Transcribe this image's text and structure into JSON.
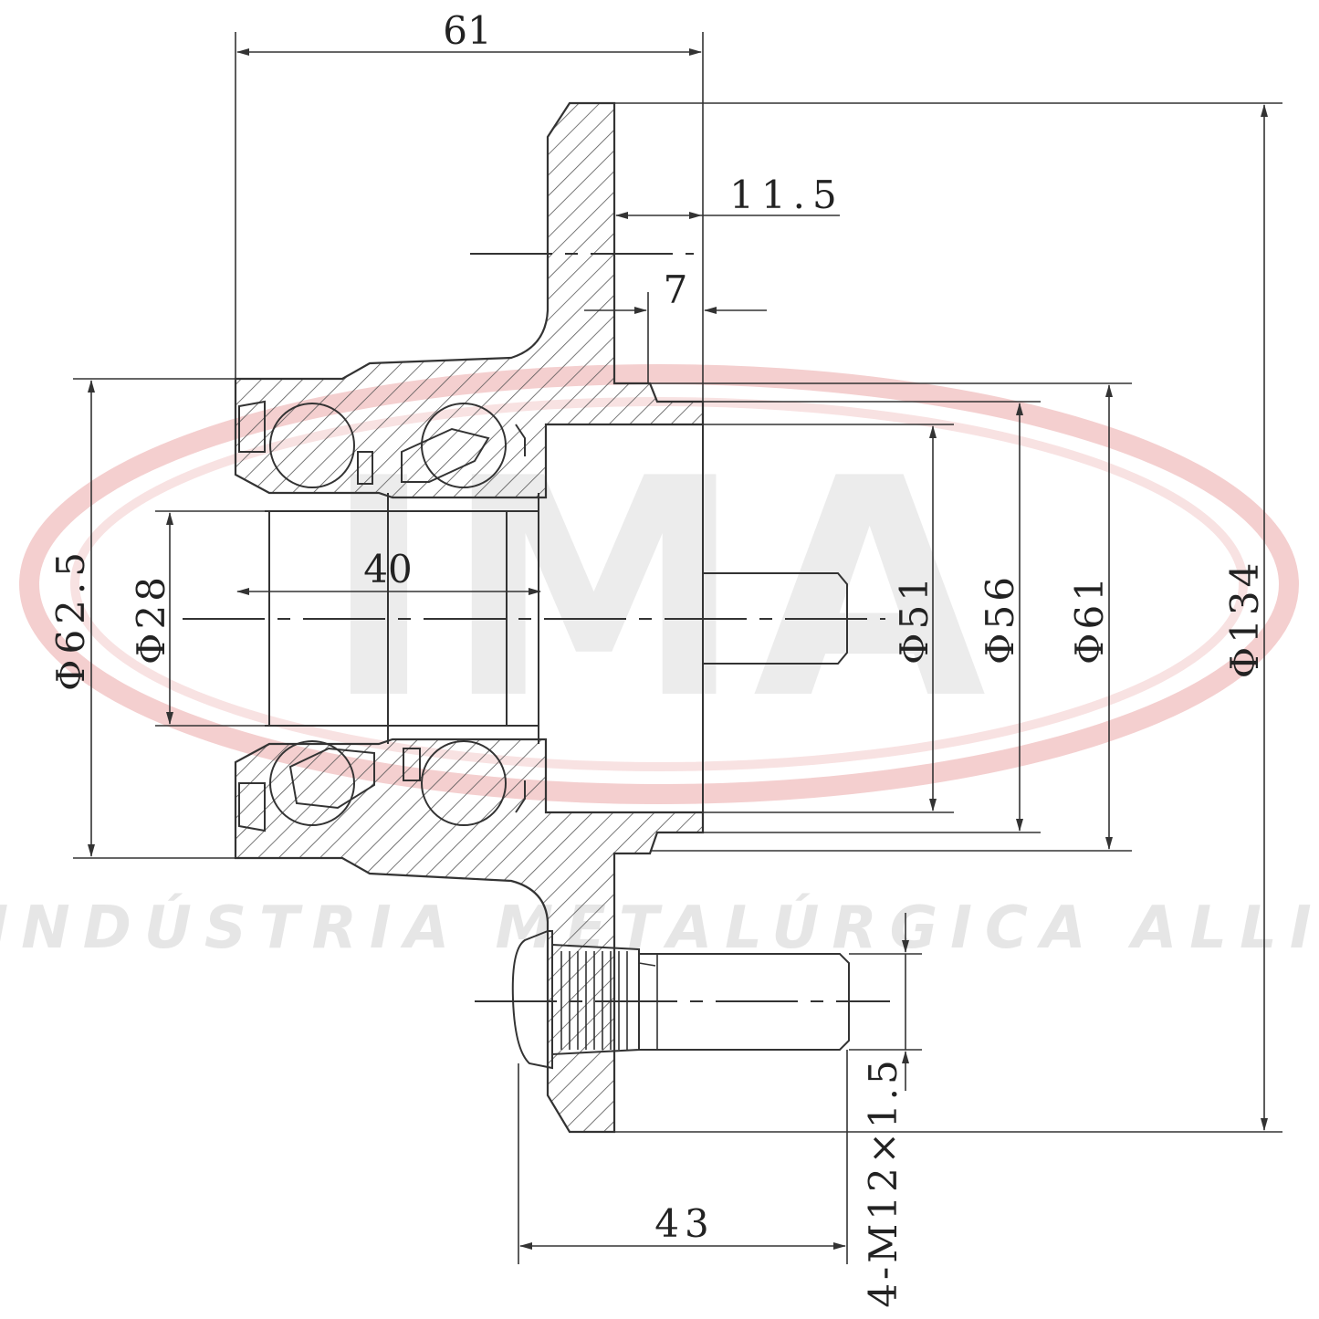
{
  "watermark": {
    "logo_text": "IMA",
    "company_text": "INDÚSTRIA METALÚRGICA ALLI",
    "colors": {
      "ring": "#f2c6c6",
      "letters": "#e9e9e9",
      "company": "#e6e6e6"
    }
  },
  "dimensions": {
    "overall_length": "61",
    "flange_offset": "11.5",
    "flange_thickness": "7",
    "bearing_width": "40",
    "stud_spacing": "43",
    "bearing_od": "Φ62.5",
    "bore": "Φ28",
    "d51": "Φ51",
    "d56": "Φ56",
    "d61": "Φ61",
    "flange_od": "Φ134",
    "stud_thread": "4-M12×1.5"
  },
  "colors": {
    "line": "#333333",
    "hatch": "#555555",
    "background": "#ffffff"
  }
}
